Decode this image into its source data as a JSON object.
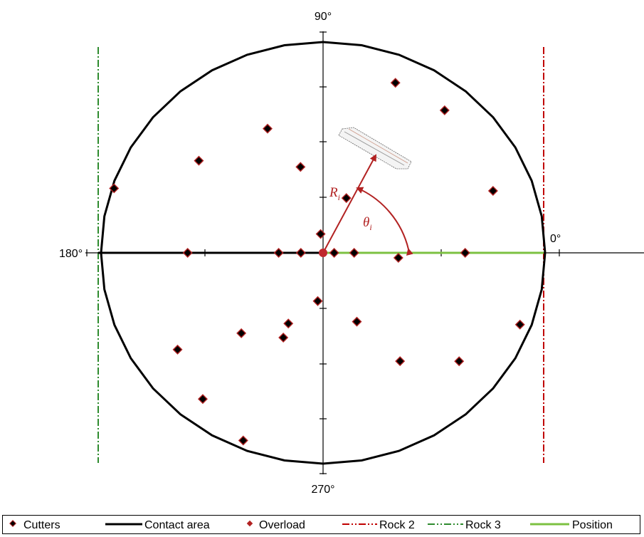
{
  "axis_labels": {
    "top": "90°",
    "left": "180°",
    "bottom": "270°",
    "right": "0°"
  },
  "symbols": {
    "radius": "R",
    "radius_sub": "i",
    "angle": "θ",
    "angle_sub": "i"
  },
  "colors": {
    "cutter_fill": "#000000",
    "overload_red": "#b22222",
    "contact_line": "#000000",
    "rock2": "#c00000",
    "rock3": "#2e8b2e",
    "position": "#7cc142",
    "arrow": "#b22222"
  },
  "cutters_polar": [
    {
      "r": 0.0,
      "theta_deg": 0
    },
    {
      "r": 0.05,
      "theta_deg": 0
    },
    {
      "r": 0.14,
      "theta_deg": 0
    },
    {
      "r": 0.34,
      "theta_deg": -4
    },
    {
      "r": 0.64,
      "theta_deg": 0
    },
    {
      "r": 0.1,
      "theta_deg": 180
    },
    {
      "r": 0.2,
      "theta_deg": 180
    },
    {
      "r": 0.61,
      "theta_deg": 180
    },
    {
      "r": 0.28,
      "theta_deg": 68
    },
    {
      "r": 0.87,
      "theta_deg": 68
    },
    {
      "r": 0.87,
      "theta_deg": 51
    },
    {
      "r": 0.82,
      "theta_deg": 21
    },
    {
      "r": 0.95,
      "theta_deg": -21
    },
    {
      "r": 0.42,
      "theta_deg": 104
    },
    {
      "r": 0.64,
      "theta_deg": 113
    },
    {
      "r": 0.71,
      "theta_deg": 142
    },
    {
      "r": 0.99,
      "theta_deg": 162
    },
    {
      "r": 0.09,
      "theta_deg": 97
    },
    {
      "r": 0.23,
      "theta_deg": -96
    },
    {
      "r": 0.44,
      "theta_deg": -114
    },
    {
      "r": 0.53,
      "theta_deg": -134
    },
    {
      "r": 0.8,
      "theta_deg": -145
    },
    {
      "r": 0.88,
      "theta_deg": -128
    },
    {
      "r": 0.96,
      "theta_deg": -112
    },
    {
      "r": 0.37,
      "theta_deg": -115
    },
    {
      "r": 0.36,
      "theta_deg": -65
    },
    {
      "r": 0.62,
      "theta_deg": -56
    },
    {
      "r": 0.8,
      "theta_deg": -40
    }
  ],
  "legend": [
    {
      "label": "Cutters",
      "type": "cutter"
    },
    {
      "label": "Contact area",
      "type": "contact"
    },
    {
      "label": "Overload",
      "type": "overload"
    },
    {
      "label": "Rock 2",
      "type": "rock2"
    },
    {
      "label": "Rock 3",
      "type": "rock3"
    },
    {
      "label": "Position",
      "type": "position"
    }
  ]
}
